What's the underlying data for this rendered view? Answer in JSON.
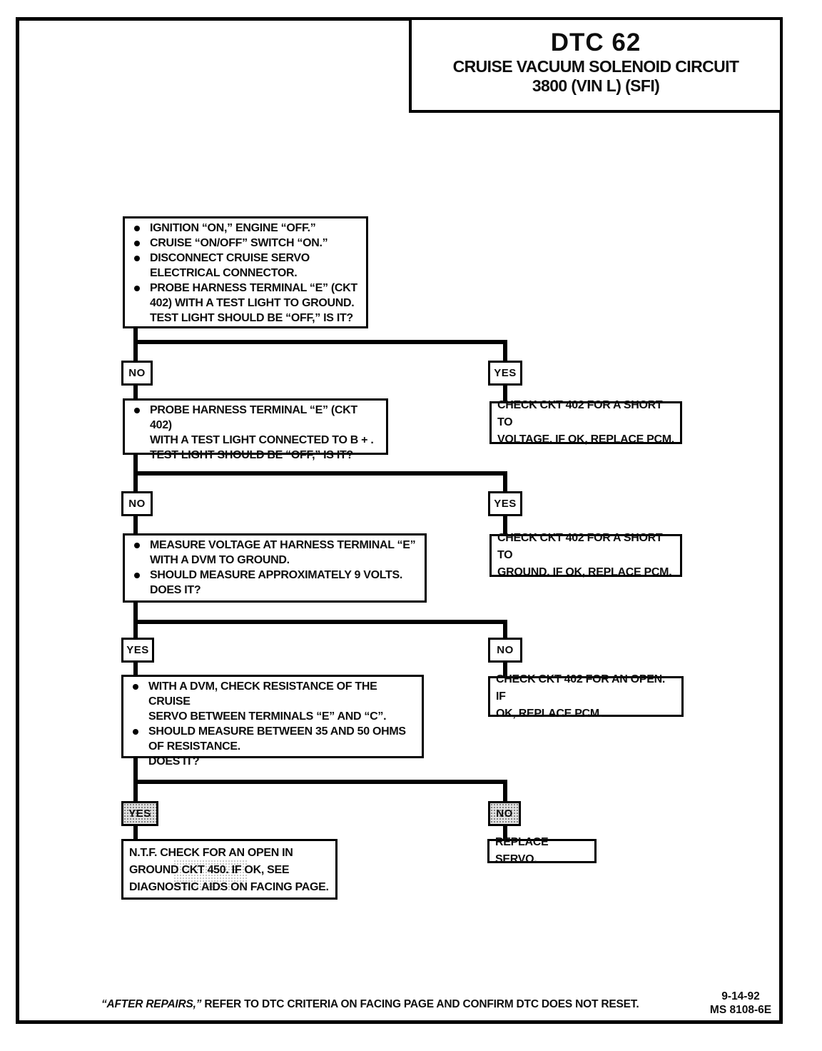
{
  "title_block": {
    "dtc": "DTC 62",
    "subtitle1": "CRUISE VACUUM SOLENOID CIRCUIT",
    "subtitle2": "3800  (VIN L)  (SFI)"
  },
  "flow": {
    "step1": {
      "items": [
        {
          "text": "IGNITION “ON,” ENGINE “OFF.”"
        },
        {
          "text": "CRUISE “ON/OFF” SWITCH “ON.”"
        },
        {
          "text": "DISCONNECT CRUISE SERVO\nELECTRICAL CONNECTOR."
        },
        {
          "text": "PROBE HARNESS TERMINAL “E” (CKT\n402) WITH A TEST LIGHT TO GROUND.\nTEST LIGHT SHOULD BE “OFF,” IS IT?"
        }
      ]
    },
    "branch1": {
      "left_label": "NO",
      "right_label": "YES"
    },
    "right1": {
      "text": "CHECK CKT 402 FOR A SHORT TO\nVOLTAGE.  IF OK, REPLACE PCM."
    },
    "step2": {
      "items": [
        {
          "text": "PROBE HARNESS TERMINAL “E” (CKT 402)\nWITH A TEST LIGHT CONNECTED TO B + .\nTEST LIGHT SHOULD BE “OFF,” IS IT?"
        }
      ]
    },
    "branch2": {
      "left_label": "NO",
      "right_label": "YES"
    },
    "right2": {
      "text": "CHECK CKT 402 FOR A SHORT TO\nGROUND.  IF OK, REPLACE PCM."
    },
    "step3": {
      "items": [
        {
          "text": "MEASURE VOLTAGE AT HARNESS TERMINAL “E”\nWITH A DVM TO GROUND."
        },
        {
          "text": "SHOULD MEASURE APPROXIMATELY 9 VOLTS.\nDOES IT?"
        }
      ]
    },
    "branch3": {
      "left_label": "YES",
      "right_label": "NO"
    },
    "right3": {
      "text": "CHECK CKT 402 FOR AN OPEN.  IF\nOK, REPLACE PCM."
    },
    "step4": {
      "items": [
        {
          "text": "WITH A DVM, CHECK RESISTANCE OF THE CRUISE\nSERVO BETWEEN TERMINALS “E” AND “C”."
        },
        {
          "text": "SHOULD MEASURE BETWEEN 35 AND 50 OHMS\nOF RESISTANCE.\nDOES IT?"
        }
      ]
    },
    "branch4": {
      "left_label": "YES",
      "right_label": "NO"
    },
    "left_final": {
      "text": "N.T.F. CHECK FOR AN OPEN IN\nGROUND CKT 450.  IF OK, SEE\nDIAGNOSTIC AIDS ON FACING PAGE."
    },
    "right_final": {
      "text": "REPLACE SERVO."
    }
  },
  "footer": {
    "note_lead": "“AFTER REPAIRS,”",
    "note_rest": " REFER TO DTC CRITERIA ON FACING PAGE AND CONFIRM DTC DOES NOT RESET.",
    "date": "9-14-92",
    "doc_code": "MS 8108-6E"
  },
  "colors": {
    "ink": "#0d0d0d",
    "paper": "#ffffff",
    "halftone": "#e3e3e3"
  }
}
